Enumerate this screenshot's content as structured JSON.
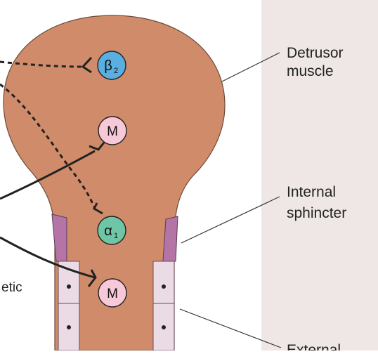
{
  "labels": {
    "detrusor": [
      "Detrusor",
      "muscle"
    ],
    "internal_sphincter": [
      "Internal",
      "sphincter"
    ],
    "external": "External",
    "sympathetic_fragment": "etic"
  },
  "receptors": {
    "beta2": {
      "symbol": "β",
      "subscript": "2",
      "fill": "#5aaee0"
    },
    "m_upper": {
      "symbol": "M",
      "fill": "#f7c8d8"
    },
    "alpha1": {
      "symbol": "α",
      "subscript": "1",
      "fill": "#6fc6a6"
    },
    "m_lower": {
      "symbol": "M",
      "fill": "#f7c8d8"
    }
  },
  "colors": {
    "bladder": "#d08c6a",
    "internal_sphincter": "#b574a6",
    "external_sphincter": "#eadbe5",
    "panel": "#efe7e5"
  }
}
